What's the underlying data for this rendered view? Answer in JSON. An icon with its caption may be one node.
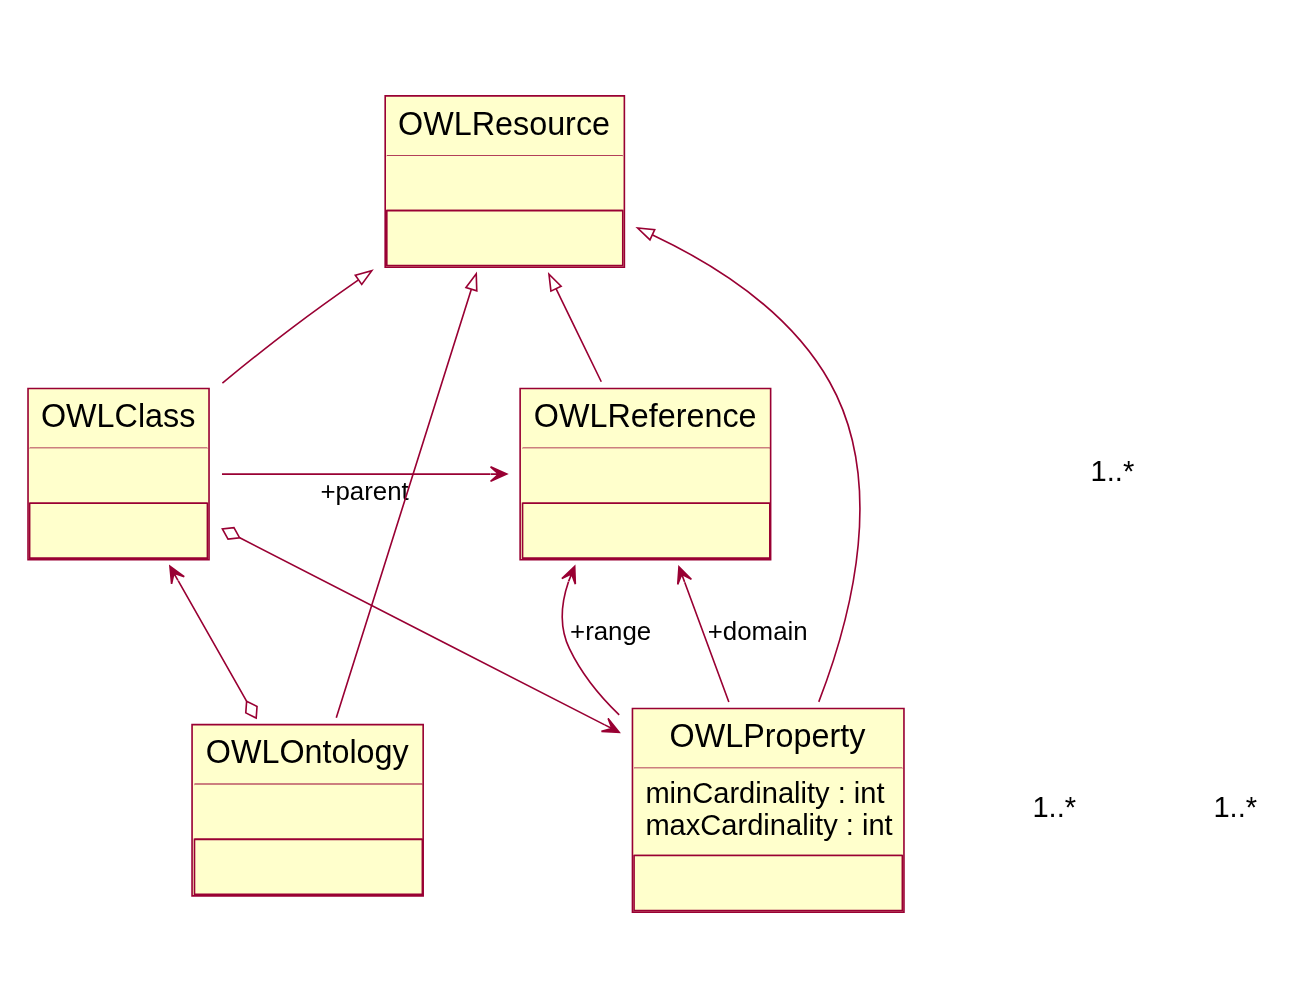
{
  "diagram": {
    "nodes": [
      {
        "text": [
          "OWLResource"
        ]
      },
      {
        "text": [
          "OWLClass"
        ]
      },
      {
        "text": [
          "OWLReference"
        ]
      },
      {
        "text": [
          "OWLOntology"
        ]
      },
      {
        "text": [
          "OWLProperty",
          "minCardinality : int",
          "maxCardinality : int"
        ]
      }
    ],
    "edges": [
      {
        "from": 1,
        "to": 0,
        "arrow": "to"
      },
      {
        "from": 2,
        "to": 0,
        "arrow": "to"
      },
      {
        "from": 3,
        "to": 0,
        "arrow": "to"
      },
      {
        "from": 4,
        "to": 0,
        "arrow": "to"
      },
      {
        "from": 1,
        "to": 2,
        "arrow": "to",
        "label": "+parent"
      },
      {
        "from": 3,
        "to": 1,
        "arrow": "to"
      },
      {
        "from": 1,
        "to": 4,
        "arrow": "to"
      },
      {
        "from": 4,
        "to": 2,
        "arrow": "to",
        "label": "+range"
      },
      {
        "from": 4,
        "to": 2,
        "arrow": "to",
        "label": "+domain"
      }
    ],
    "labels": [
      "1..*",
      "1..*",
      "1..*"
    ]
  }
}
